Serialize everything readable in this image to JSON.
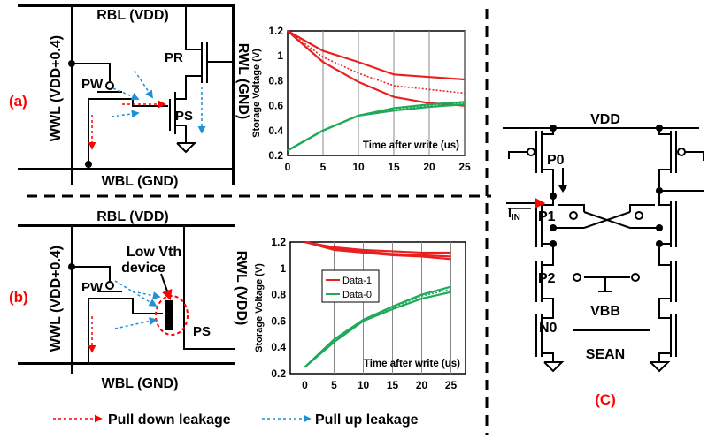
{
  "panel_a": {
    "label": "(a)",
    "rbl": "RBL (VDD)",
    "wwl": "WWL (VDD+0.4)",
    "rwl": "RWL (GND)",
    "wbl": "WBL (GND)",
    "pr": "PR",
    "pw": "PW",
    "ps": "PS"
  },
  "panel_b": {
    "label": "(b)",
    "rbl": "RBL (VDD)",
    "wwl": "WWL (VDD+0.4)",
    "rwl": "RWL (VDD)",
    "wbl": "WBL (GND)",
    "pw": "PW",
    "ps": "PS",
    "low_vth_line1": "Low Vth",
    "low_vth_line2": "device"
  },
  "panel_c": {
    "label": "(C)",
    "vdd": "VDD",
    "p0": "P0",
    "p1": "P1",
    "p2": "P2",
    "n0": "N0",
    "vbb": "VBB",
    "sean": "SEAN",
    "iin_main": "I",
    "iin_sub": "IN"
  },
  "legend": {
    "pull_down": "Pull down leakage",
    "pull_up": "Pull up leakage",
    "pull_down_color": "#ff0000",
    "pull_up_color": "#1f8fd6"
  },
  "chart_data": [
    {
      "type": "line",
      "ylabel": "Storage Voltage (V)",
      "xlabel": "Time after write (us)",
      "x": [
        0,
        5,
        10,
        15,
        20,
        25
      ],
      "xlim": [
        0,
        25
      ],
      "ylim": [
        0.2,
        1.2
      ],
      "yticks": [
        "0.2",
        "0.4",
        "0.6",
        "0.8",
        "1",
        "1.2"
      ],
      "xticks": [
        "0",
        "5",
        "10",
        "15",
        "20",
        "25"
      ],
      "series": [
        {
          "color": "#e82020",
          "style": "solid",
          "values": [
            1.2,
            1.04,
            0.95,
            0.85,
            0.83,
            0.81
          ]
        },
        {
          "color": "#e82020",
          "style": "dotted",
          "values": [
            1.2,
            0.99,
            0.86,
            0.76,
            0.73,
            0.7
          ]
        },
        {
          "color": "#e82020",
          "style": "solid",
          "values": [
            1.2,
            0.95,
            0.79,
            0.67,
            0.62,
            0.6
          ]
        },
        {
          "color": "#1faa5a",
          "style": "solid",
          "values": [
            0.24,
            0.4,
            0.52,
            0.58,
            0.61,
            0.63
          ]
        },
        {
          "color": "#1faa5a",
          "style": "dotted",
          "values": [
            0.24,
            0.4,
            0.52,
            0.57,
            0.6,
            0.62
          ]
        },
        {
          "color": "#1faa5a",
          "style": "solid",
          "values": [
            0.24,
            0.4,
            0.52,
            0.56,
            0.59,
            0.61
          ]
        }
      ]
    },
    {
      "type": "line",
      "ylabel": "Storage Voltage (V)",
      "xlabel": "Time after write (us)",
      "x": [
        0,
        5,
        10,
        15,
        20,
        25
      ],
      "xlim": [
        -2.5,
        27.5
      ],
      "ylim": [
        0.2,
        1.2
      ],
      "yticks": [
        "0.2",
        "0.4",
        "0.6",
        "0.8",
        "1",
        "1.2"
      ],
      "xticks": [
        "0",
        "5",
        "10",
        "15",
        "20",
        "25"
      ],
      "legend": [
        "Data-1",
        "Data-0"
      ],
      "series": [
        {
          "name": "Data-1",
          "color": "#e82020",
          "style": "solid",
          "values": [
            1.2,
            1.16,
            1.14,
            1.13,
            1.12,
            1.12
          ]
        },
        {
          "color": "#e82020",
          "style": "solid",
          "values": [
            1.2,
            1.15,
            1.13,
            1.11,
            1.1,
            1.09
          ]
        },
        {
          "color": "#e82020",
          "style": "solid",
          "values": [
            1.2,
            1.14,
            1.12,
            1.1,
            1.09,
            1.07
          ]
        },
        {
          "name": "Data-0",
          "color": "#1faa5a",
          "style": "solid",
          "values": [
            0.25,
            0.46,
            0.61,
            0.71,
            0.8,
            0.86
          ]
        },
        {
          "color": "#1faa5a",
          "style": "dotted",
          "values": [
            0.25,
            0.45,
            0.6,
            0.7,
            0.79,
            0.84
          ]
        },
        {
          "color": "#1faa5a",
          "style": "solid",
          "values": [
            0.25,
            0.44,
            0.6,
            0.69,
            0.77,
            0.82
          ]
        }
      ]
    }
  ]
}
